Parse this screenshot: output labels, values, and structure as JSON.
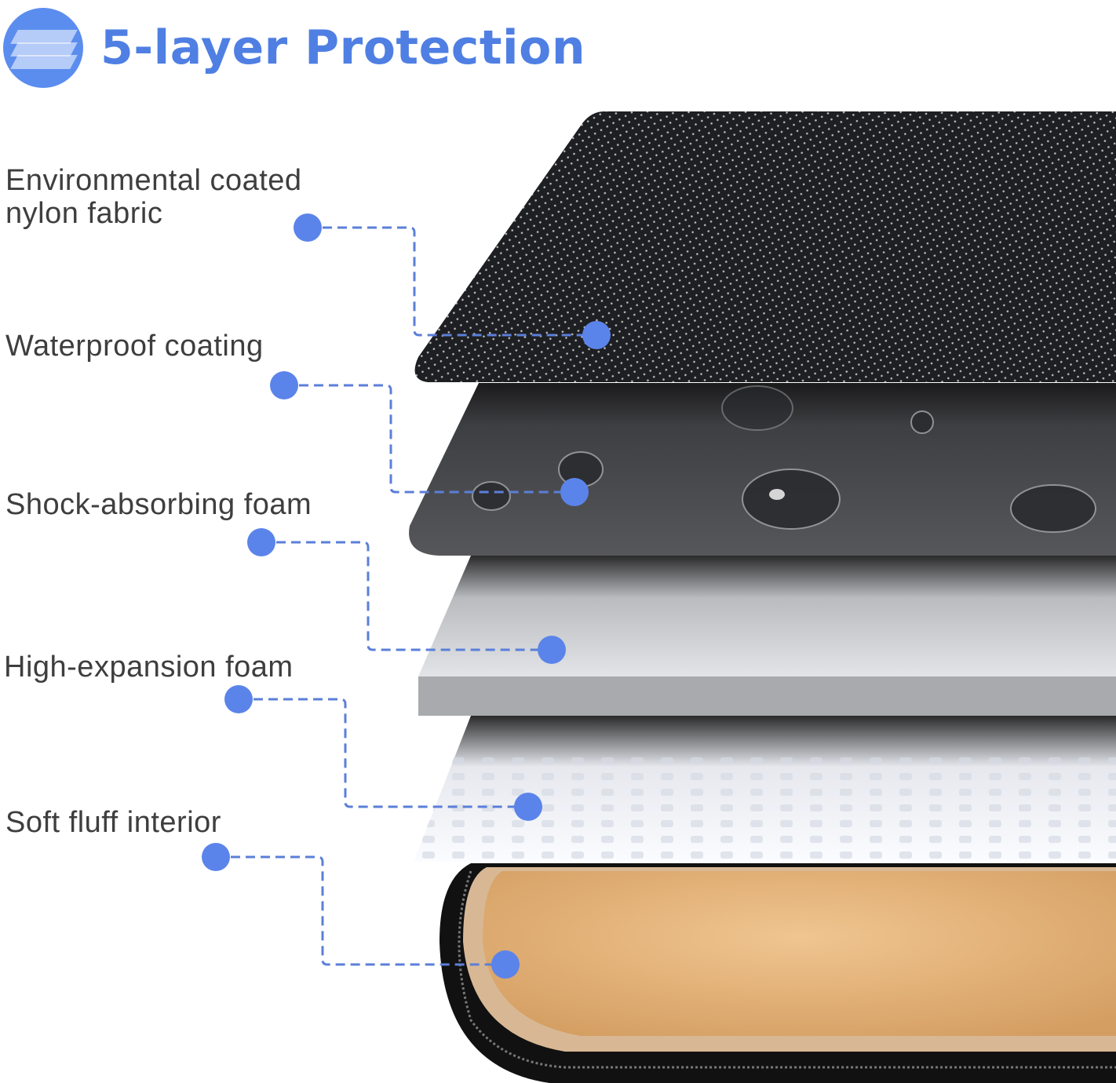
{
  "header": {
    "icon": "layers-icon",
    "title": "5-layer Protection"
  },
  "accent_color": "#4f7fe3",
  "marker_color": "#5b84ea",
  "layers": [
    {
      "label_line1": "Environmental coated",
      "label_line2": "nylon fabric",
      "material_color": "#1c1c1e"
    },
    {
      "label_line1": "Waterproof coating",
      "material_color": "#4a4b4e"
    },
    {
      "label_line1": "Shock-absorbing foam",
      "material_color": "#c9cbcf"
    },
    {
      "label_line1": "High-expansion foam",
      "material_color": "#f2f4f8"
    },
    {
      "label_line1": "Soft fluff interior",
      "material_color": "#e2b47f"
    }
  ]
}
